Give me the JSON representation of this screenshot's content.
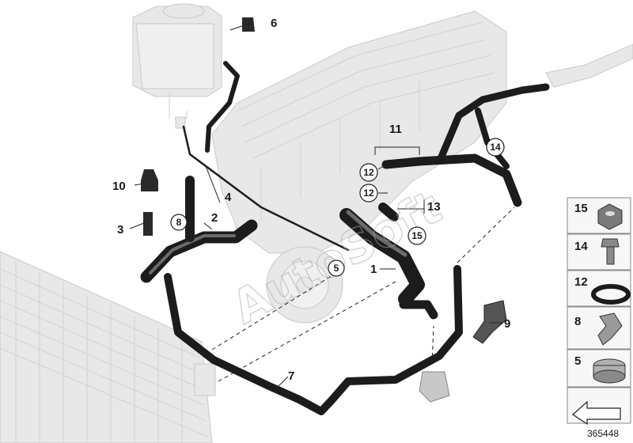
{
  "watermark": "AutoSoft",
  "reference_number": "365448",
  "labels": {
    "l1": "1",
    "l2": "2",
    "l3": "3",
    "l4": "4",
    "l6": "6",
    "l7": "7",
    "l9": "9",
    "l10": "10",
    "l11": "11",
    "l13": "13"
  },
  "callouts": {
    "c5": "5",
    "c8": "8",
    "c12a": "12",
    "c12b": "12",
    "c14": "14",
    "c15": "15"
  },
  "legend": [
    "15",
    "14",
    "12",
    "8",
    "5"
  ],
  "colors": {
    "hose": "#1c1c1c",
    "ghost_part": "#e8e8e8",
    "legend_bg": "#f7f7f7"
  },
  "icons": {
    "legend_bottom": "nav-arrow-icon"
  }
}
